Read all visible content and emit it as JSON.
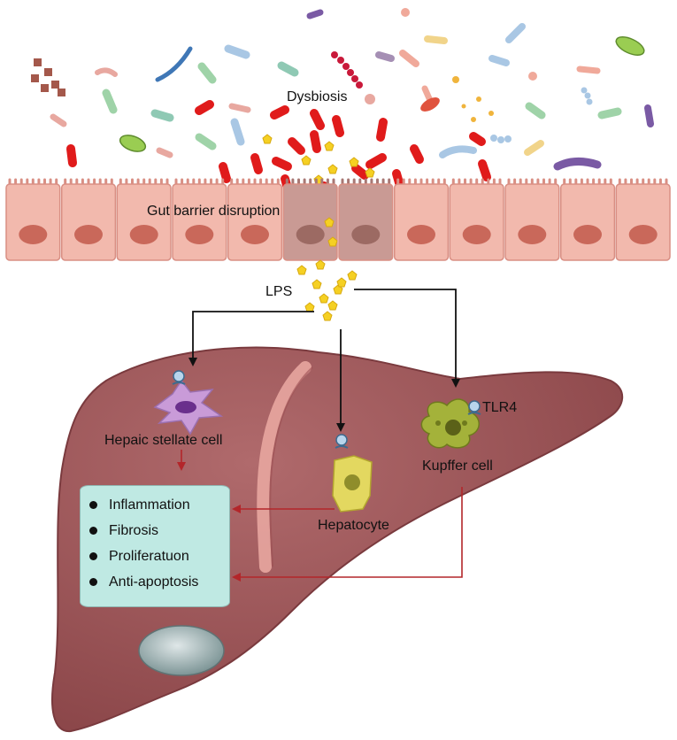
{
  "labels": {
    "dysbiosis": "Dysbiosis",
    "gut_barrier": "Gut barrier disruption",
    "lps": "LPS",
    "stellate": "Hepaic stellate cell",
    "hepatocyte": "Hepatocyte",
    "kupffer": "Kupffer cell",
    "tlr4": "TLR4"
  },
  "effects": [
    "Inflammation",
    "Fibrosis",
    "Proliferatuon",
    "Anti-apoptosis"
  ],
  "colors": {
    "liver": "#a35b5e",
    "gut_cell": "#f2b9ad",
    "nucleus": "#c9685a",
    "bacteria_red": "#e01b1b",
    "lps": "#f5d023",
    "arrow_black": "#111111",
    "arrow_red": "#b3262a",
    "effects_box": "#bfe9e3"
  }
}
